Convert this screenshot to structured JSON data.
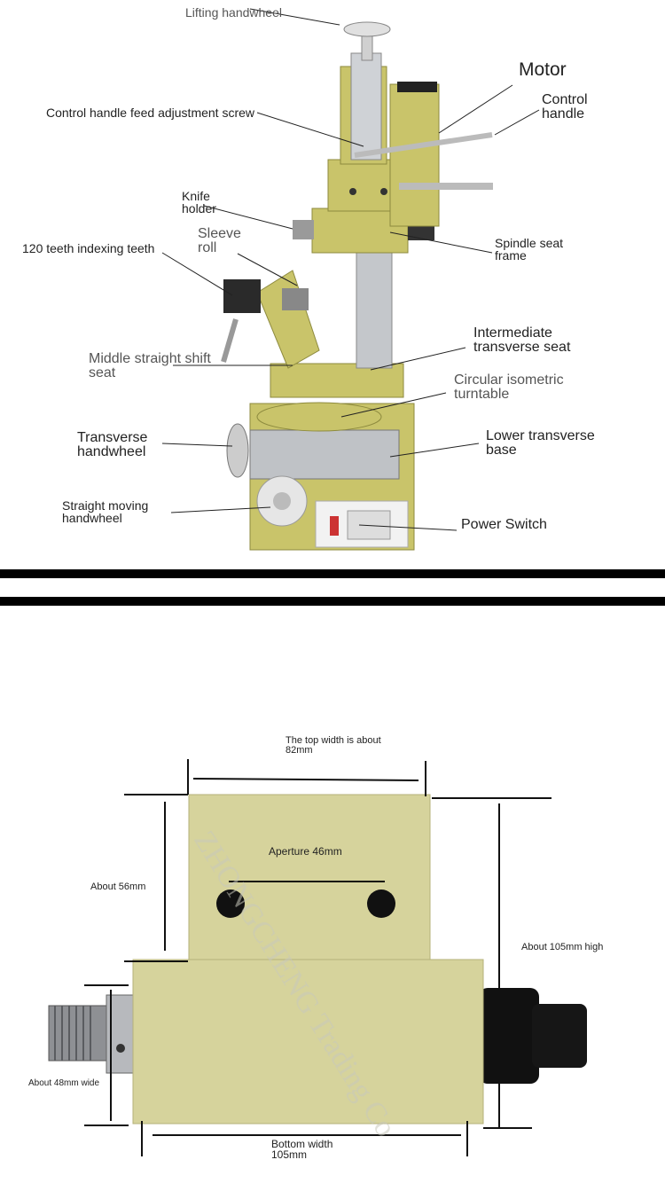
{
  "machine_labels": {
    "lifting_handwheel": "Lifting handwheel",
    "motor": "Motor",
    "control_handle_feed_adjustment_screw": "Control handle feed adjustment screw",
    "control_handle": "Control\nhandle",
    "knife_holder": "Knife\nholder",
    "sleeve_roll": "Sleeve\nroll",
    "indexing_teeth": "120 teeth indexing teeth",
    "spindle_seat_frame": "Spindle seat\nframe",
    "middle_straight_shift_seat": "Middle straight shift\nseat",
    "intermediate_transverse_seat": "Intermediate\ntransverse seat",
    "circular_isometric_turntable": "Circular isometric\nturntable",
    "transverse_handwheel": "Transverse\nhandwheel",
    "lower_transverse_base": "Lower transverse\nbase",
    "straight_moving_handwheel": "Straight moving\nhandwheel",
    "power_switch": "Power Switch"
  },
  "dimension_labels": {
    "top_width": "The top width is about\n82mm",
    "aperture": "Aperture 46mm",
    "height_56": "About 56mm",
    "height_105": "About 105mm high",
    "width_48": "About 48mm wide",
    "bottom_width": "Bottom width\n105mm"
  },
  "watermark": "ZHONGCHENG Trading Co",
  "colors": {
    "machine_body": "#c9c46a",
    "block_body": "#d6d39c",
    "steel": "#b9bcc0",
    "rule": "#000000"
  }
}
